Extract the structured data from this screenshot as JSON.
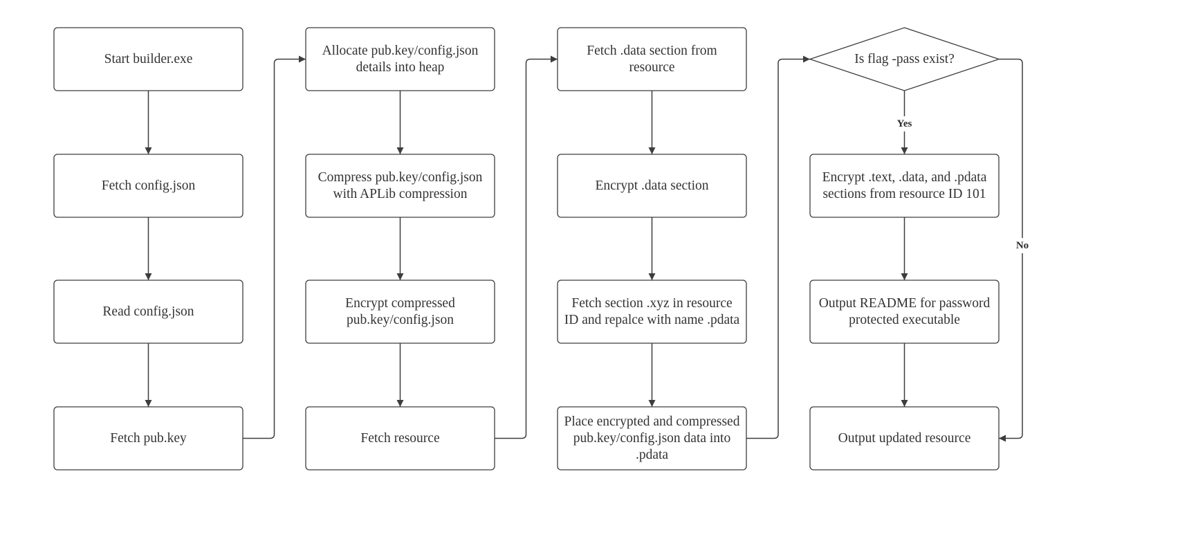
{
  "nodes": [
    {
      "id": "n1",
      "lines": [
        "Start builder.exe"
      ]
    },
    {
      "id": "n2",
      "lines": [
        "Fetch config.json"
      ]
    },
    {
      "id": "n3",
      "lines": [
        "Read config.json"
      ]
    },
    {
      "id": "n4",
      "lines": [
        "Fetch pub.key"
      ]
    },
    {
      "id": "n5",
      "lines": [
        "Allocate pub.key/config.json",
        "details into heap"
      ]
    },
    {
      "id": "n6",
      "lines": [
        "Compress pub.key/config.json",
        "with APLib compression"
      ]
    },
    {
      "id": "n7",
      "lines": [
        "Encrypt compressed",
        "pub.key/config.json"
      ]
    },
    {
      "id": "n8",
      "lines": [
        "Fetch resource"
      ]
    },
    {
      "id": "n9",
      "lines": [
        "Fetch .data section from",
        "resource"
      ]
    },
    {
      "id": "n10",
      "lines": [
        "Encrypt .data section"
      ]
    },
    {
      "id": "n11",
      "lines": [
        "Fetch section .xyz in resource",
        "ID and repalce with name .pdata"
      ]
    },
    {
      "id": "n12",
      "lines": [
        "Place encrypted and compressed",
        "pub.key/config.json data into",
        ".pdata"
      ]
    },
    {
      "id": "n13",
      "lines": [
        "Is flag -pass exist?"
      ]
    },
    {
      "id": "n14",
      "lines": [
        "Encrypt .text, .data, and .pdata",
        "sections from resource ID 101"
      ]
    },
    {
      "id": "n15",
      "lines": [
        "Output README for password",
        "protected executable"
      ]
    },
    {
      "id": "n16",
      "lines": [
        "Output updated resource"
      ]
    }
  ],
  "edges": [
    {
      "from": "n1",
      "to": "n2",
      "label": ""
    },
    {
      "from": "n2",
      "to": "n3",
      "label": ""
    },
    {
      "from": "n3",
      "to": "n4",
      "label": ""
    },
    {
      "from": "n4",
      "to": "n5",
      "label": ""
    },
    {
      "from": "n5",
      "to": "n6",
      "label": ""
    },
    {
      "from": "n6",
      "to": "n7",
      "label": ""
    },
    {
      "from": "n7",
      "to": "n8",
      "label": ""
    },
    {
      "from": "n8",
      "to": "n9",
      "label": ""
    },
    {
      "from": "n9",
      "to": "n10",
      "label": ""
    },
    {
      "from": "n10",
      "to": "n11",
      "label": ""
    },
    {
      "from": "n11",
      "to": "n12",
      "label": ""
    },
    {
      "from": "n12",
      "to": "n13",
      "label": ""
    },
    {
      "from": "n13",
      "to": "n14",
      "label": "Yes"
    },
    {
      "from": "n14",
      "to": "n15",
      "label": ""
    },
    {
      "from": "n15",
      "to": "n16",
      "label": ""
    },
    {
      "from": "n13",
      "to": "n16",
      "label": "No"
    }
  ]
}
